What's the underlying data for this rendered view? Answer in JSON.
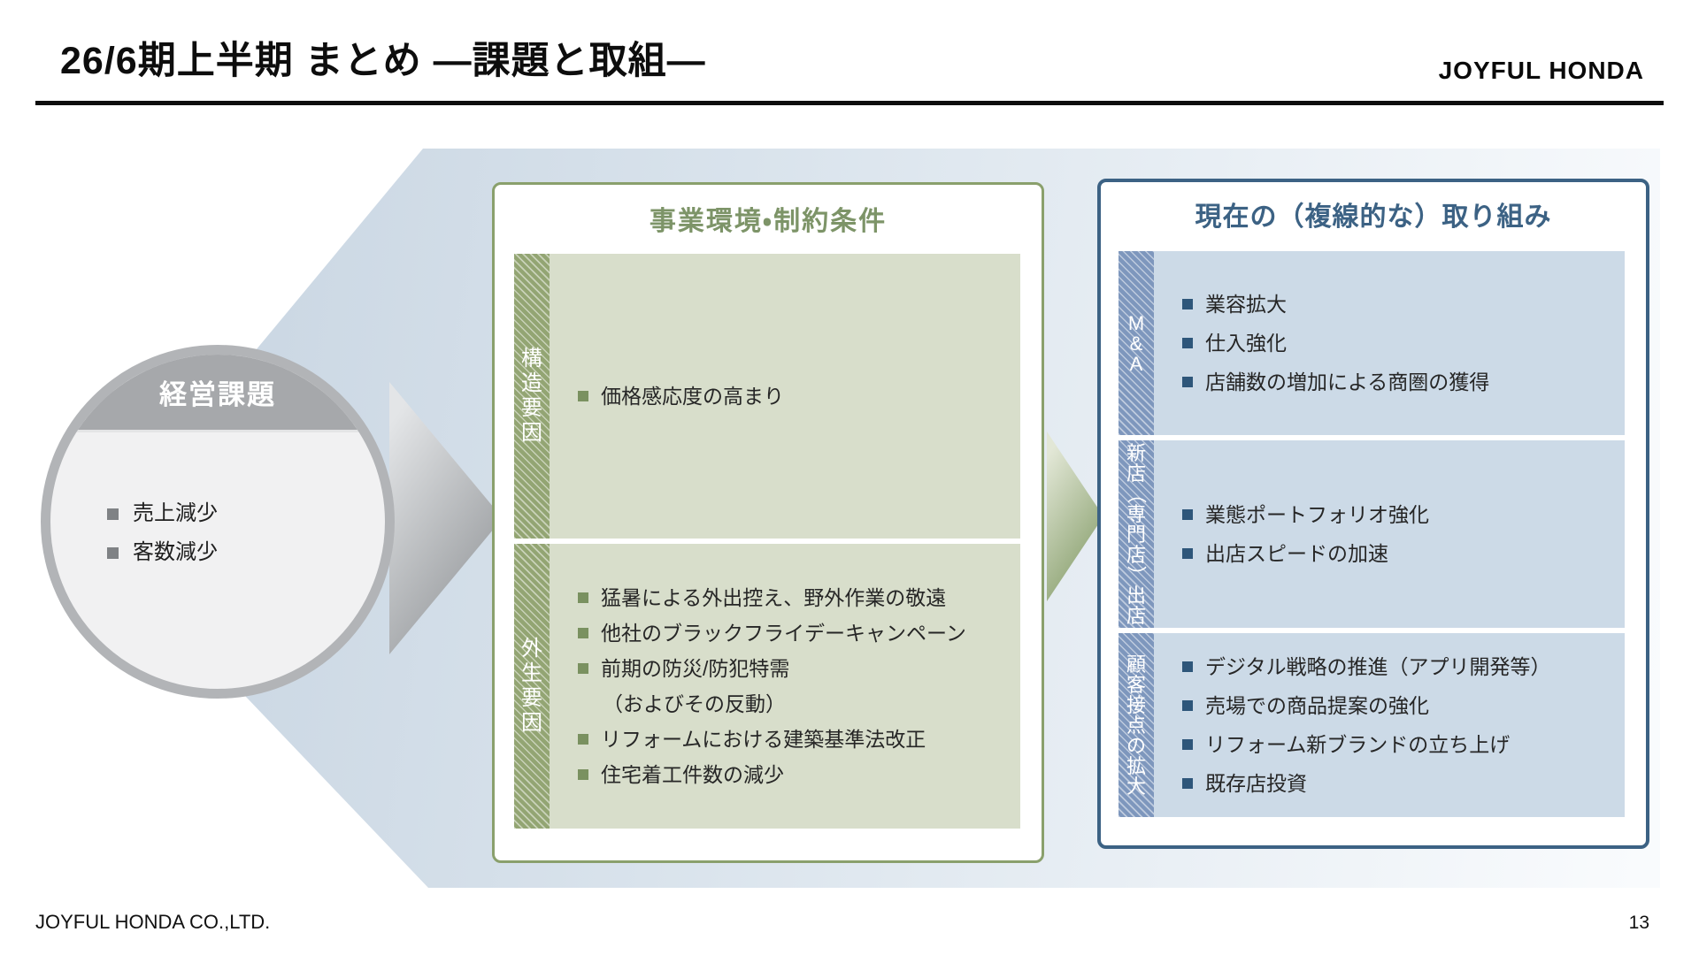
{
  "header": {
    "title": "26/6期上半期 まとめ ―課題と取組―",
    "logo": "JOYFUL HONDA"
  },
  "circle": {
    "title": "経営課題",
    "bullets": [
      {
        "t": "売上減少"
      },
      {
        "t": "客数減少"
      }
    ]
  },
  "env_box": {
    "title": "事業環境・制約条件",
    "rows": [
      {
        "label": "構造要因",
        "bullets": [
          {
            "t": "価格感応度の高まり"
          }
        ]
      },
      {
        "label": "外生要因",
        "bullets": [
          {
            "t": "猛暑による外出控え、野外作業の敬遠"
          },
          {
            "t": "他社のブラックフライデーキャンペーン"
          },
          {
            "t": "前期の防災/防犯特需"
          },
          {
            "t": "（およびその反動）",
            "cont": true
          },
          {
            "t": "リフォームにおける建築基準法改正"
          },
          {
            "t": "住宅着工件数の減少"
          }
        ]
      }
    ]
  },
  "action_box": {
    "title": "現在の（複線的な）取り組み",
    "rows": [
      {
        "label": "M&A",
        "bullets": [
          {
            "t": "業容拡大"
          },
          {
            "t": "仕入強化"
          },
          {
            "t": "店舗数の増加による商圏の獲得"
          }
        ]
      },
      {
        "label": "新店（専門店）出店",
        "bullets": [
          {
            "t": "業態ポートフォリオ強化"
          },
          {
            "t": "出店スピードの加速"
          }
        ]
      },
      {
        "label": "顧客接点の拡大",
        "bullets": [
          {
            "t": "デジタル戦略の推進（アプリ開発等）"
          },
          {
            "t": "売場での商品提案の強化"
          },
          {
            "t": "リフォーム新ブランドの立ち上げ"
          },
          {
            "t": "既存店投資"
          }
        ]
      }
    ]
  },
  "footer": {
    "company": "JOYFUL HONDA CO.,LTD.",
    "page": "13"
  },
  "colors": {
    "accent_green": "#7d9468",
    "accent_blue": "#3c6284",
    "band_gray": "#a6a8ab",
    "content_green": "#d8decb",
    "content_blue": "#ccdae7",
    "hatch_green": "#93a573",
    "hatch_blue": "#7e97bd",
    "bg_arrow_start": "#c7d4e1",
    "bg_arrow_end": "#f9fbfd"
  }
}
